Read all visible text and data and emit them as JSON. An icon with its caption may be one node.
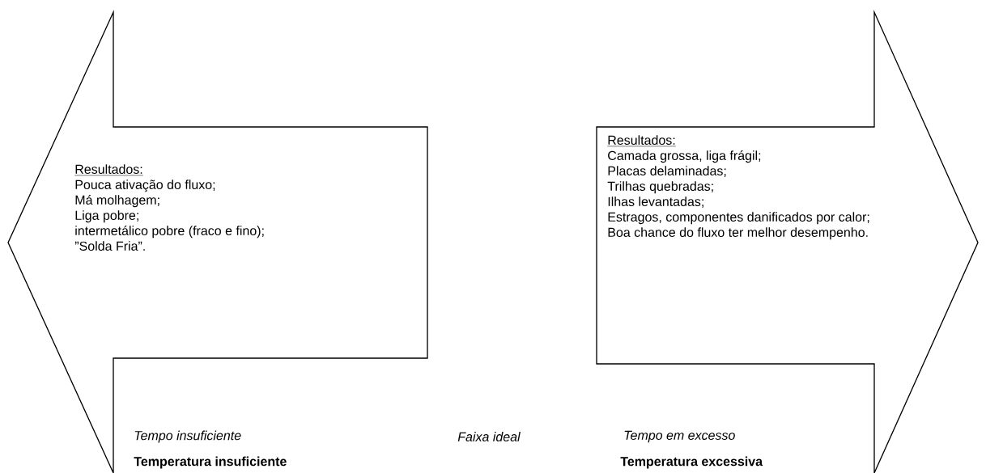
{
  "diagram": {
    "nodes": [
      {
        "text": [
          "Resultados:",
          "Pouca ativação do fluxo;",
          "Má molhagem;",
          "Liga pobre;",
          "intermetálico pobre (fraco e fino);",
          "”Solda Fria”."
        ]
      },
      {
        "text": [
          "Resultados:",
          "Camada grossa, liga frágil;",
          "Placas delaminadas;",
          "Trilhas quebradas;",
          "Ilhas levantadas;",
          "Estragos, componentes danificados por calor;",
          "Boa chance do fluxo ter melhor desempenho."
        ]
      }
    ],
    "labels": [
      "Tempo insuficiente",
      "Faixa ideal",
      "Tempo em excesso",
      "Temperatura insuficiente",
      "Temperatura excessiva"
    ]
  }
}
